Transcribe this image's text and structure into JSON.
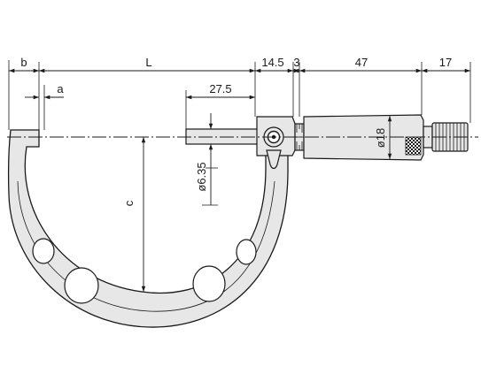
{
  "dimensions": {
    "b": "b",
    "a": "a",
    "L": "L",
    "d14_5": "14.5",
    "d3": "3",
    "d47": "47",
    "d17": "17",
    "d27_5": "27.5",
    "c": "c",
    "spindle_dia": "ø6.35",
    "thimble_dia": "ø18"
  }
}
